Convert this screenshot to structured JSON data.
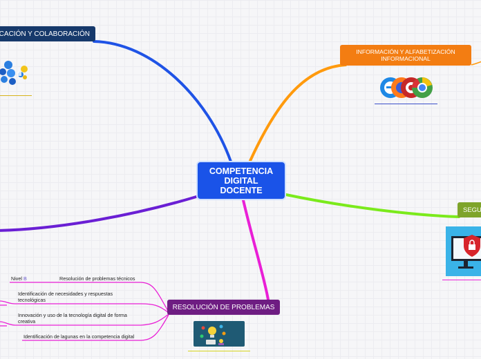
{
  "central": {
    "line1": "COMPETENCIA",
    "line2": "DIGITAL",
    "line3": "DOCENTE"
  },
  "branches": {
    "comunicacion": {
      "label": "CACIÓN Y COLABORACIÓN",
      "color": "#16396b",
      "line_color": "#1f53e6"
    },
    "informacion": {
      "label": "INFORMACIÓN Y ALFABETIZACIÓN INFORMACIONAL",
      "color": "#f37d12",
      "line_color": "#ff9a0d"
    },
    "seguridad": {
      "label": "SEGU",
      "color": "#7ea42a",
      "line_color": "#7bea1c"
    },
    "resolucion": {
      "label": "RESOLUCIÓN DE PROBLEMAS",
      "color": "#6e1d82",
      "line_color": "#e91fd6"
    },
    "izquierda": {
      "line_color": "#6a1fd4"
    }
  },
  "resolucion_items": [
    {
      "prefix": "Nivel",
      "level": "B",
      "text": "Resolución de problemas técnicos"
    },
    {
      "text": "Identificación de necesidades y respuestas tecnológicas"
    },
    {
      "text": "Innovación y uso de la tecnología digital de forma creativa"
    },
    {
      "text": "Identificación de lagunas en la competencia digital"
    }
  ],
  "images": {
    "comunicacion": "network-icons",
    "informacion": "browser-logos",
    "seguridad": "security-monitor",
    "resolucion": "problem-solving-lightbulb"
  }
}
